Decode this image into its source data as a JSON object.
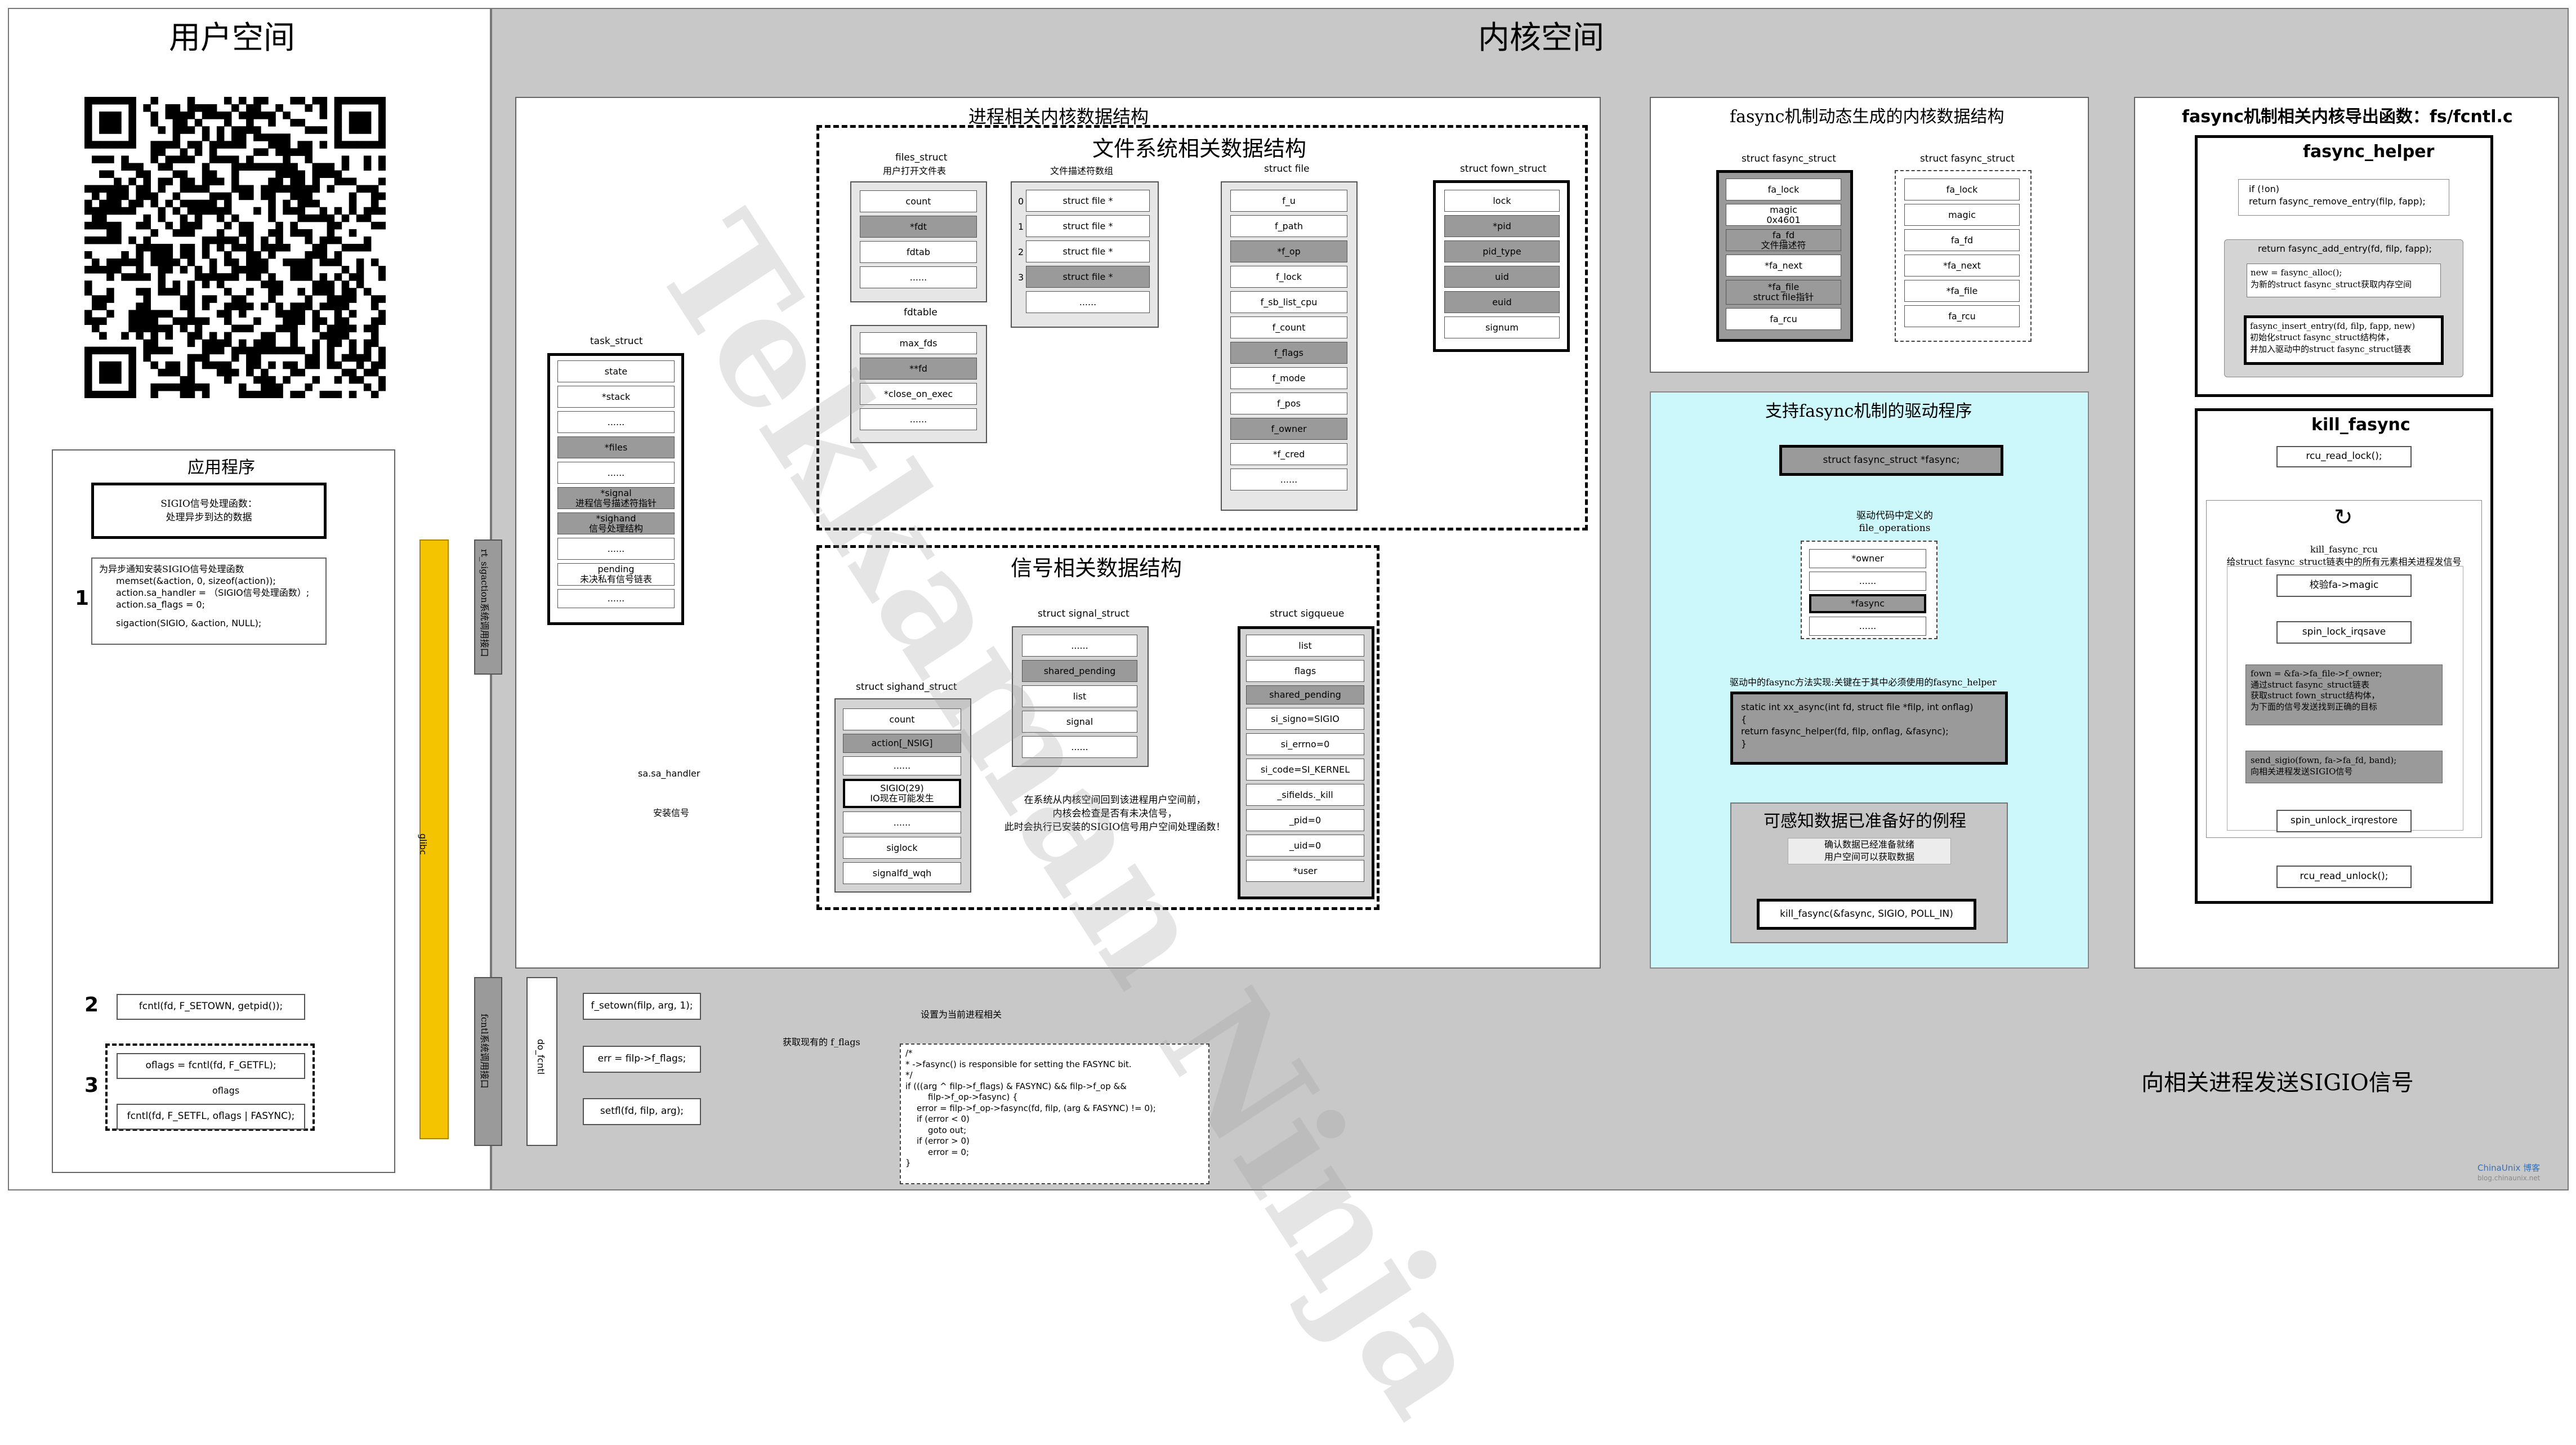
{
  "regions": {
    "user_space": "用户空间",
    "kernel_space": "内核空间",
    "app": "应用程序",
    "proc_kernel": "进程相关内核数据结构",
    "fs_structs": "文件系统相关数据结构",
    "signal_structs": "信号相关数据结构",
    "fasync_dynamic": "fasync机制动态生成的内核数据结构",
    "fasync_exports": "fasync机制相关内核导出函数：fs/fcntl.c",
    "driver": "支持fasync机制的驱动程序",
    "example": "可感知数据已准备好的例程",
    "send_sigio": "向相关进程发送SIGIO信号"
  },
  "app": {
    "handler_box": [
      "SIGIO信号处理函数：",
      "处理异步到达的数据"
    ],
    "step1_code": [
      "为异步通知安装SIGIO信号处理函数",
      "memset(&action, 0, sizeof(action));",
      "action.sa_handler = （SIGIO信号处理函数）;",
      "action.sa_flags = 0;",
      "",
      "sigaction(SIGIO, &action, NULL);"
    ],
    "step2_code": "fcntl(fd, F_SETOWN, getpid());",
    "step3_a": "oflags = fcntl(fd, F_GETFL);",
    "step3_flag": "oflags",
    "step3_b": "fcntl(fd, F_SETFL, oflags | FASYNC);",
    "nums": [
      "1",
      "2",
      "3"
    ]
  },
  "glibc": "glibc",
  "rt_sigaction": "rt_sigaction系统调用接口",
  "fcntl_syscall": "fcntl系统调用接口",
  "do_fcntl": "do_fcntl",
  "fcntl_calls": [
    "f_setown(filp, arg, 1);",
    "err = filp->f_flags;",
    "setfl(fd, filp, arg);"
  ],
  "setfl_code": [
    "/*",
    " * ->fasync() is responsible for setting the FASYNC bit.",
    " */",
    "if (((arg ^ filp->f_flags) & FASYNC) && filp->f_op &&",
    "       filp->f_op->fasync) {",
    "    error = filp->f_op->fasync(fd, filp, (arg & FASYNC) != 0);",
    "    if (error < 0)",
    "        goto out;",
    "    if (error > 0)",
    "        error = 0;",
    "}"
  ],
  "task_struct": {
    "title": "task_struct",
    "fields": [
      "state",
      "*stack",
      "......",
      "*files",
      "......",
      "*signal\n进程信号描述符指针",
      "*sighand\n信号处理结构",
      "......",
      "pending\n未决私有信号链表",
      "......"
    ]
  },
  "files_struct": {
    "title": "files_struct",
    "sub": "用户打开文件表",
    "fields": [
      "count",
      "*fdt",
      "fdtab",
      "......"
    ]
  },
  "fdtable": {
    "title": "fdtable",
    "fields": [
      "max_fds",
      "**fd",
      "*close_on_exec",
      "......"
    ]
  },
  "fd_array": {
    "title": "文件描述符数组",
    "indexes": [
      "0",
      "1",
      "2",
      "3"
    ],
    "fields": [
      "struct file *",
      "struct file *",
      "struct file *",
      "struct file *",
      "......"
    ]
  },
  "struct_file": {
    "title": "struct file",
    "fields": [
      "f_u",
      "f_path",
      "*f_op",
      "f_lock",
      "f_sb_list_cpu",
      "f_count",
      "f_flags",
      "f_mode",
      "f_pos",
      "f_owner",
      "*f_cred",
      "......"
    ]
  },
  "fown_struct": {
    "title": "struct fown_struct",
    "fields": [
      "lock",
      "*pid",
      "pid_type",
      "uid",
      "euid",
      "signum"
    ]
  },
  "signal_struct": {
    "title": "struct signal_struct",
    "fields": [
      "......",
      "shared_pending",
      "list",
      "signal",
      "......"
    ]
  },
  "sighand_struct": {
    "title": "struct sighand_struct",
    "fields": [
      "count",
      "action[_NSIG]",
      "......",
      "SIGIO(29)\nIO现在可能发生",
      "......",
      "siglock",
      "signalfd_wqh"
    ]
  },
  "sigqueue": {
    "title": "struct sigqueue",
    "fields": [
      "list",
      "flags",
      "shared_pending",
      "si_signo=SIGIO",
      "si_errno=0",
      "si_code=SI_KERNEL",
      "_sifields._kill",
      "_pid=0",
      "_uid=0",
      "*user"
    ]
  },
  "fasync_struct_1": {
    "title": "struct fasync_struct",
    "fields": [
      "fa_lock",
      "magic\n0x4601",
      "fa_fd\n文件描述符",
      "*fa_next",
      "*fa_file\nstruct file指针",
      "fa_rcu"
    ]
  },
  "fasync_struct_2": {
    "title": "struct fasync_struct",
    "fields": [
      "fa_lock",
      "magic",
      "fa_fd",
      "*fa_next",
      "*fa_file",
      "fa_rcu"
    ]
  },
  "fasync_helper": {
    "title": "fasync_helper",
    "code1": [
      "if (!on)",
      "    return fasync_remove_entry(filp, fapp);"
    ],
    "code2": "return  fasync_add_entry(fd, filp, fapp);",
    "code3": [
      "new = fasync_alloc();",
      "为新的struct fasync_struct获取内存空间"
    ],
    "code4": [
      "fasync_insert_entry(fd, filp, fapp, new)",
      "初始化struct fasync_struct结构体，",
      "并加入驱动中的struct fasync_struct链表"
    ]
  },
  "kill_fasync": {
    "title": "kill_fasync",
    "lock": "rcu_read_lock();",
    "rcu_title": [
      "kill_fasync_rcu",
      "给struct fasync_struct链表中的所有元素相关进程发信号"
    ],
    "steps": [
      "校验fa->magic",
      "spin_lock_irqsave",
      "fown = &fa->fa_file->f_owner;\n通过struct fasync_struct链表\n获取struct fown_struct结构体，\n为下面的信号发送找到正确的目标",
      "send_sigio(fown, fa->fa_fd, band);\n向相关进程发送SIGIO信号",
      "spin_unlock_irqrestore"
    ],
    "unlock": "rcu_read_unlock();"
  },
  "driver": {
    "fasync_ptr": "struct fasync_struct *fasync;",
    "fops_title": [
      "驱动代码中定义的",
      "file_operations"
    ],
    "fops_fields": [
      "*owner",
      "......",
      "*fasync",
      "......"
    ],
    "desc": "驱动中的fasync方法实现:关键在于其中必须使用的fasync_helper",
    "xx_code": [
      "static int xx_async(int fd, struct file *filp, int onflag)",
      "{",
      "   return fasync_helper(fd, filp, onflag, &fasync);",
      "}"
    ],
    "example_note": [
      "确认数据已经准备就绪",
      "用户空间可以获取数据"
    ],
    "kill_call": "kill_fasync(&fasync, SIGIO, POLL_IN)"
  },
  "labels": {
    "sa_handler": "sa.sa_handler",
    "install": "安装信号",
    "set_proc": "设置为当前进程相关",
    "get_flags": "获取现有的 f_flags",
    "signal_note": [
      "在系统从内核空间回到该进程用户空间前，",
      "内核会检查是否有未决信号，",
      "此时会执行已安装的SIGIO信号用户空间处理函数！"
    ]
  },
  "watermark": "Tekkaman Ninja",
  "footer": [
    "ChinaUnix 博客",
    "blog.chinaunix.net"
  ]
}
